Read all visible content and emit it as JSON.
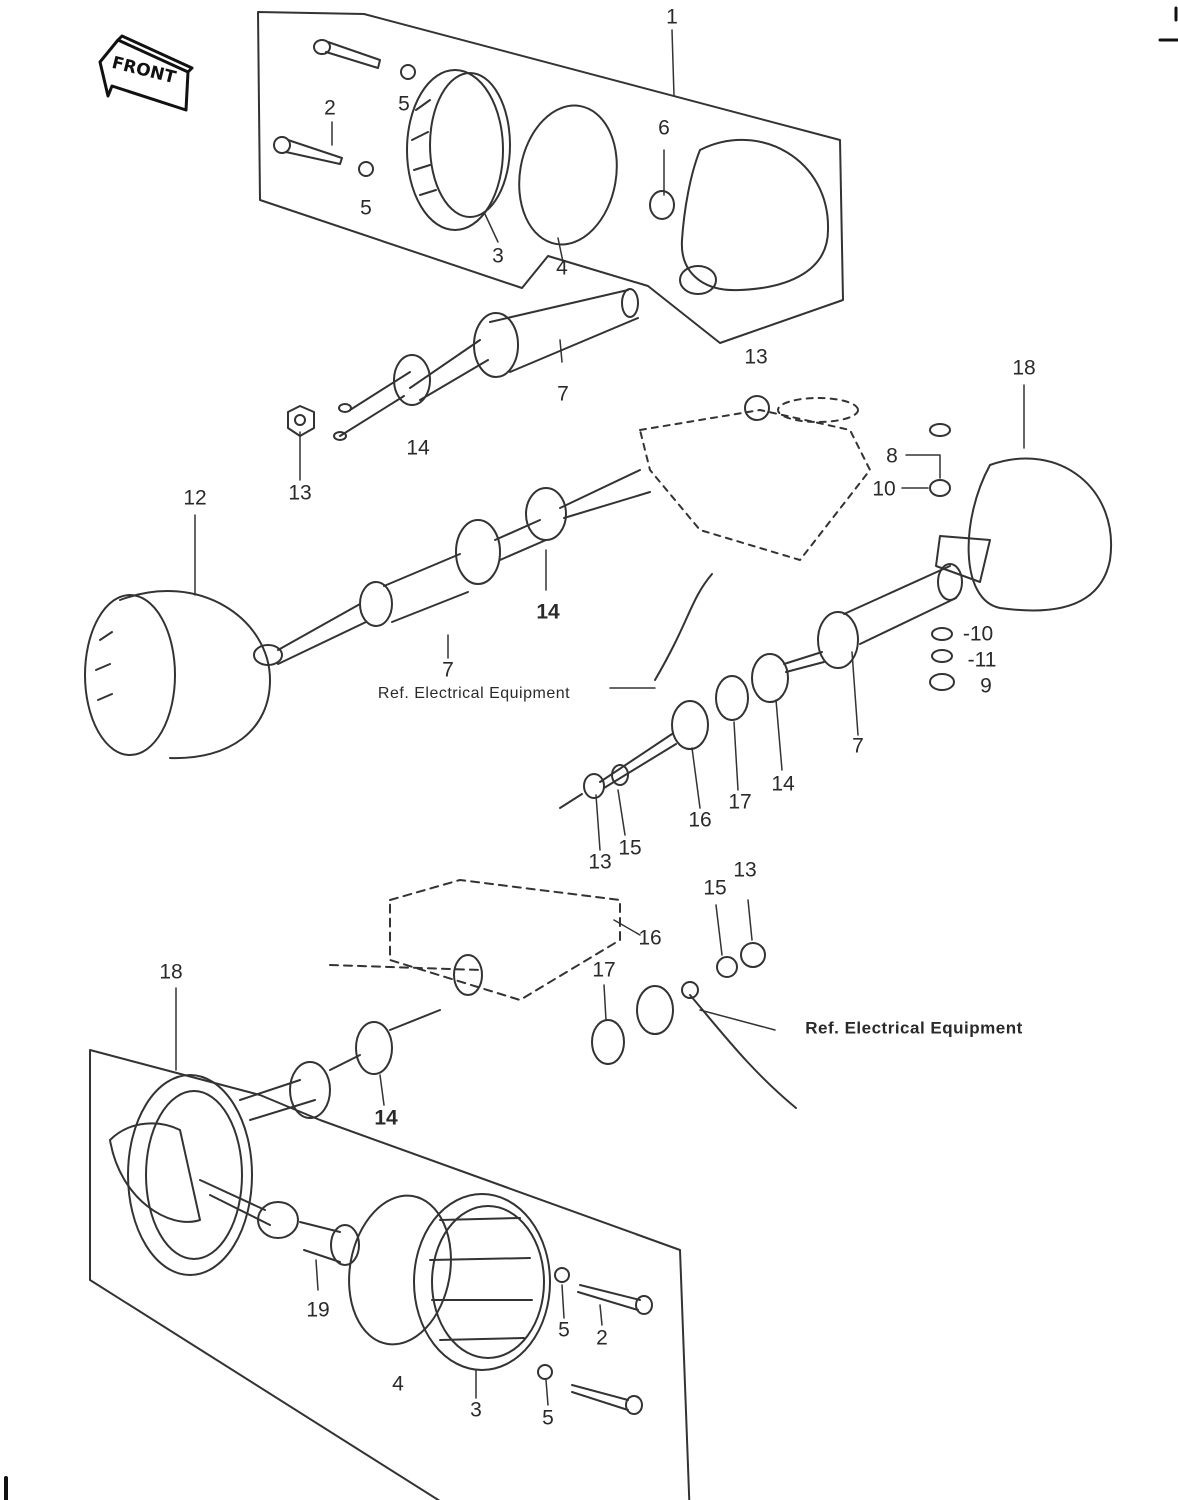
{
  "badge": {
    "text": "FRONT"
  },
  "parts": {
    "p1": "1",
    "p2a": "2",
    "p5a": "5",
    "p5b": "5",
    "p6": "6",
    "p3a": "3",
    "p4a": "4",
    "p13a": "13",
    "p13b": "13",
    "p14a": "14",
    "p7a": "7",
    "p12": "12",
    "p14b": "14",
    "p7b": "7",
    "p18a": "18",
    "p8": "8",
    "p10a": "10",
    "p10b": "-10",
    "p11": "-11",
    "p9": "9",
    "p7c": "7",
    "p14c": "14",
    "p17a": "17",
    "p16a": "16",
    "p15a": "15",
    "p13c": "13",
    "p15b": "15",
    "p13d": "13",
    "p16b": "16",
    "p17b": "17",
    "p18b": "18",
    "p14d": "14",
    "p19": "19",
    "p5c": "5",
    "p2b": "2",
    "p4b": "4",
    "p3b": "3",
    "p5d": "5"
  },
  "refs": {
    "ref1": "Ref. Electrical Equipment",
    "ref2": "Ref. Electrical Equipment"
  }
}
